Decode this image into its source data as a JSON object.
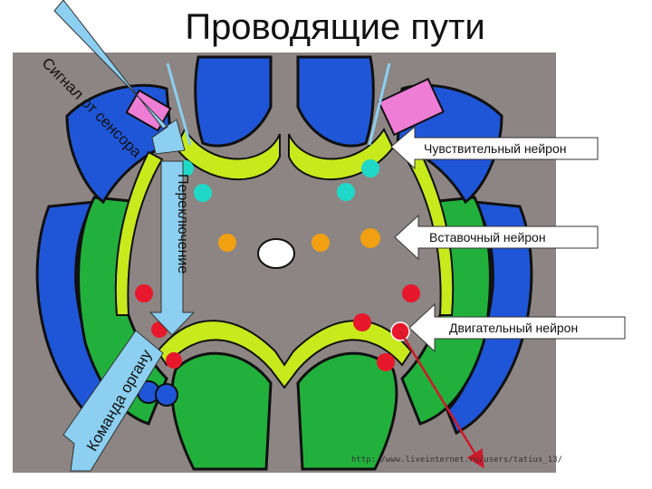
{
  "title": "Проводящие пути",
  "labels": {
    "sensory_signal": "Сигнал от сенсора",
    "switching": "Переключение",
    "command_to_organ": "Команда органу",
    "sensory_neuron": "Чувствительный нейрон",
    "interneuron": "Вставочный нейрон",
    "motor_neuron": "Двигательный нейрон"
  },
  "watermark": "http://www.liveinternet.ru/users/tatius_13/",
  "colors": {
    "background": "#8c8583",
    "blue": "#1f56d8",
    "green": "#22b03c",
    "yellow_green": "#c8ea1c",
    "pink": "#ee7dd5",
    "sensory_neuron": "#20d8c8",
    "interneuron": "#f0a010",
    "motor_neuron": "#e8182c",
    "arrow": "#8ccff0"
  }
}
